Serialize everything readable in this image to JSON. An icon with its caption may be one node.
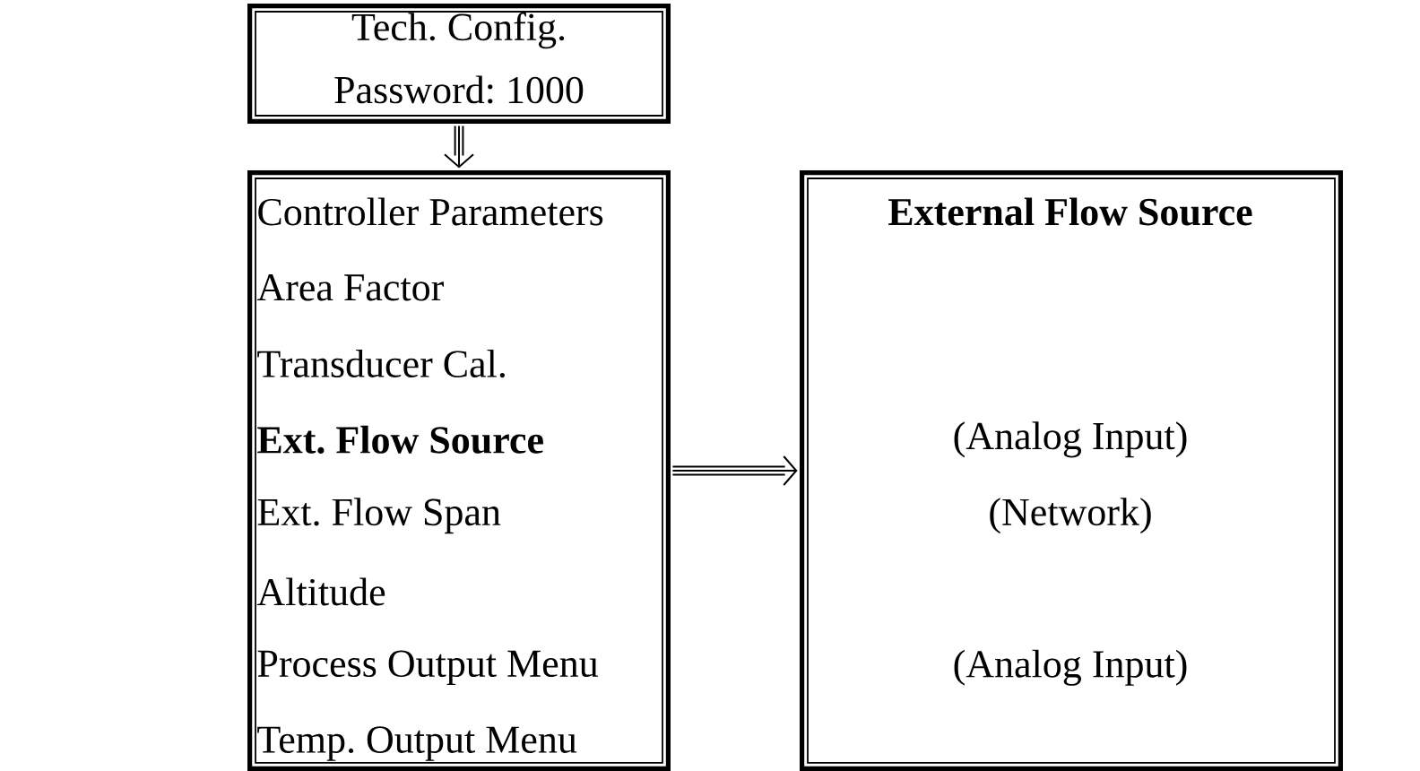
{
  "diagram": {
    "nodes": [
      {
        "text": [
          "Tech. Config.",
          "Password: 1000"
        ]
      },
      {
        "text": [
          "Controller Parameters",
          "Area Factor",
          "Transducer Cal.",
          "**Ext. Flow Source**",
          "Ext. Flow Span",
          "Altitude",
          "Process Output Menu",
          "Temp. Output Menu"
        ]
      },
      {
        "text": [
          "External Flow Source",
          "(Analog Input)",
          "(Network)",
          "(Analog Input)"
        ]
      }
    ],
    "edges": [
      {
        "from": 0,
        "to": 1,
        "arrow": "to"
      },
      {
        "from": 1,
        "to": 2,
        "arrow": "to"
      }
    ]
  }
}
